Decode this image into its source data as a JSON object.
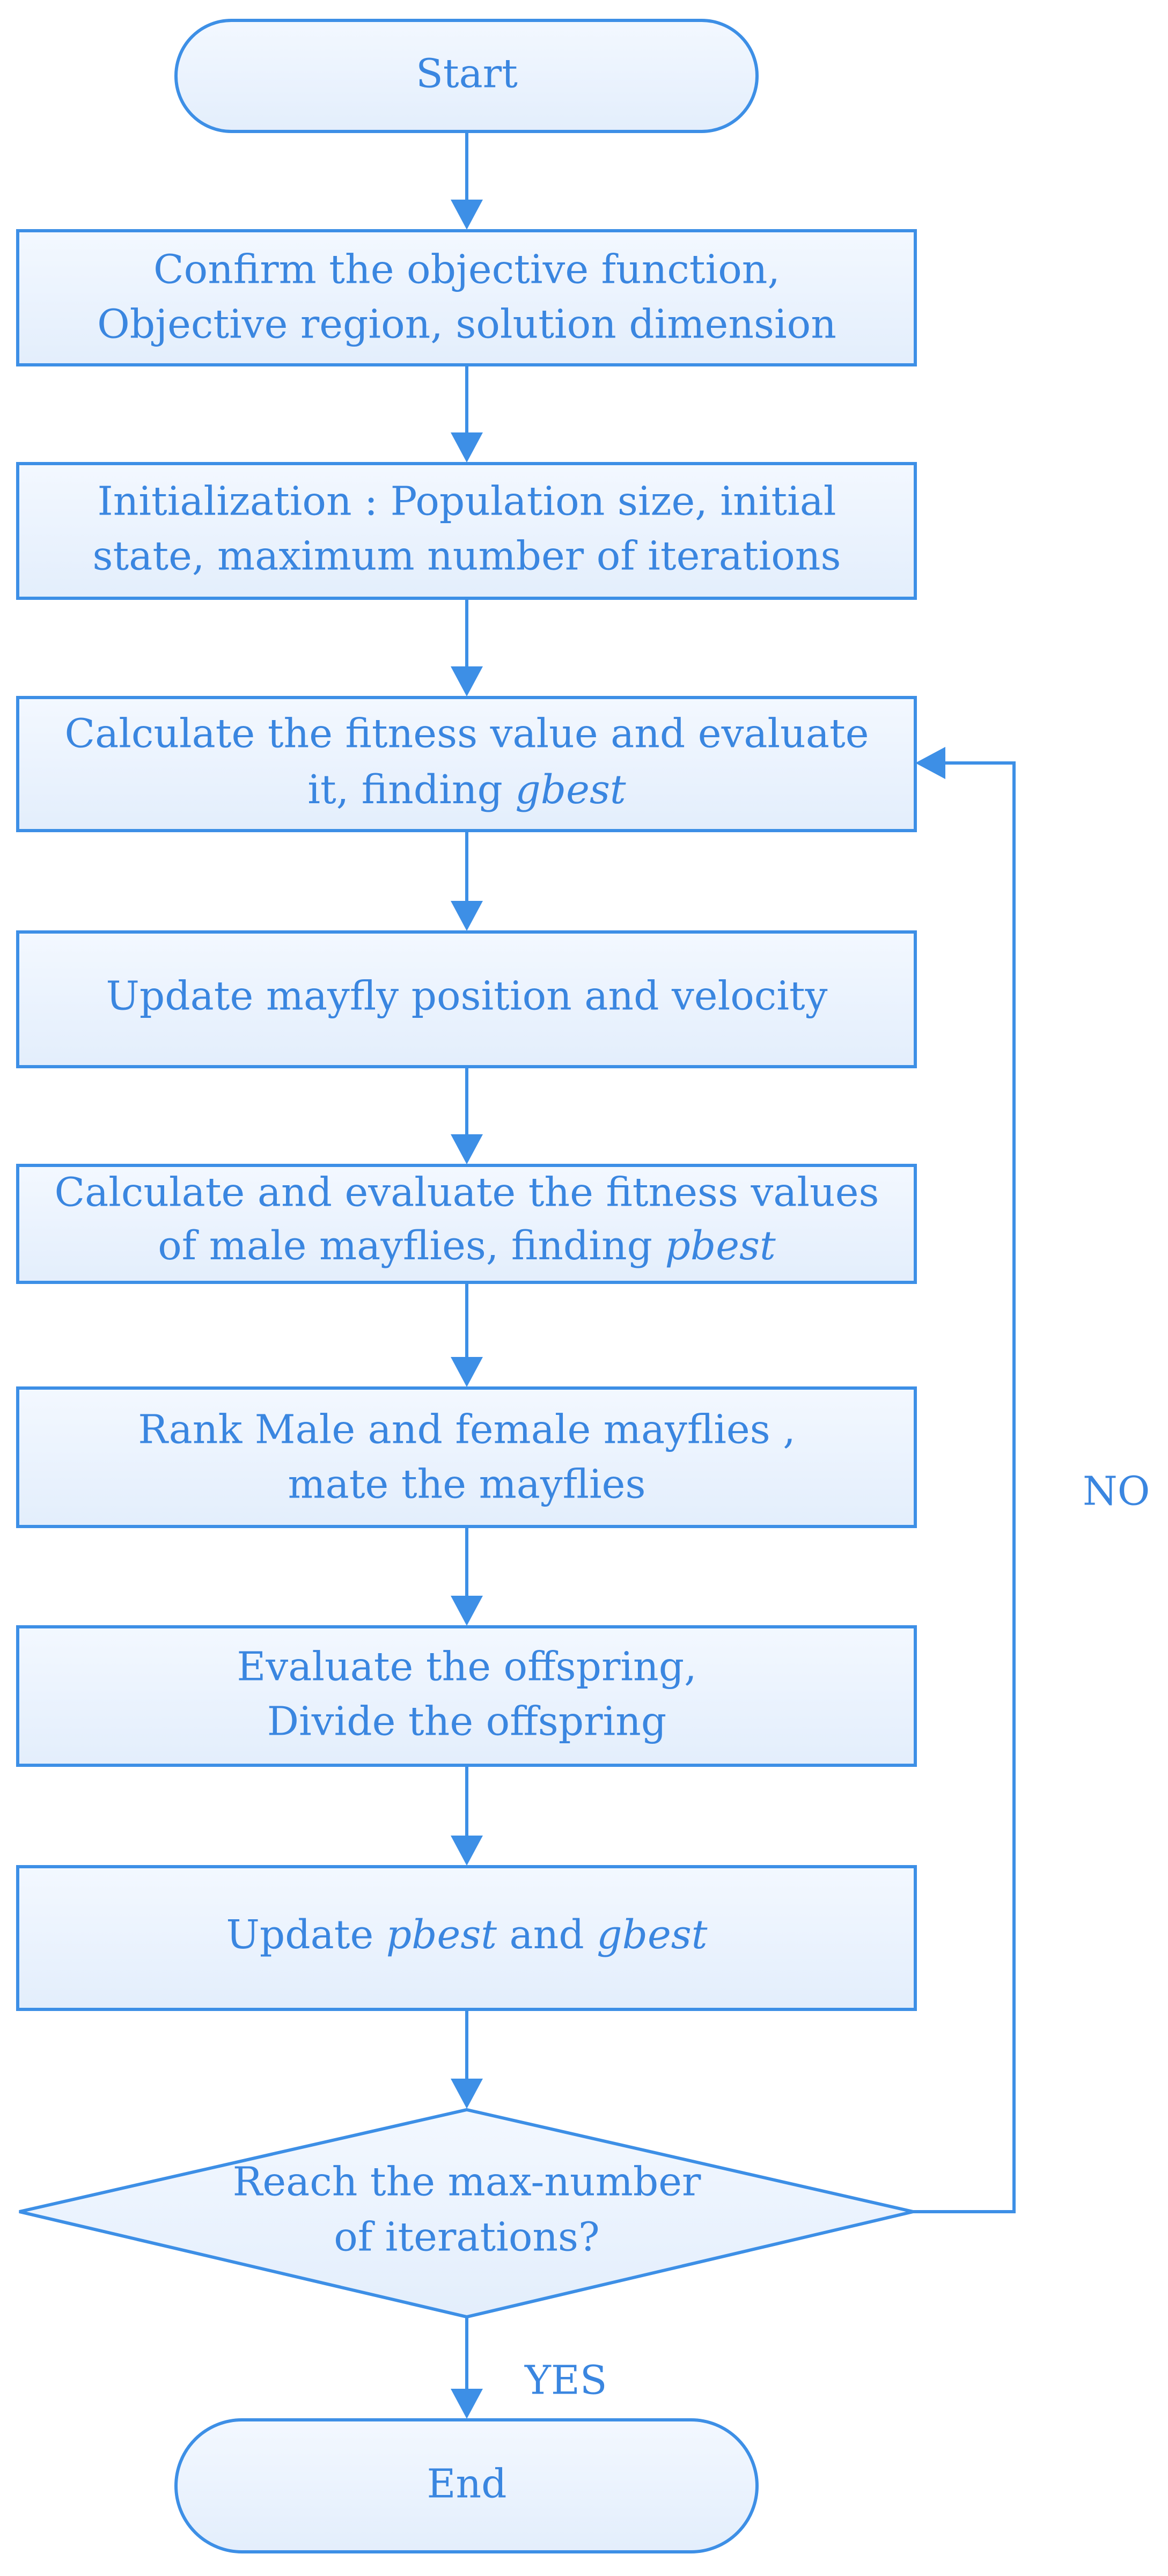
{
  "colors": {
    "stroke": "#3d8fe6",
    "text": "#3a86e0",
    "fill_top": "#f3f8ff",
    "fill_bottom": "#e3eefc"
  },
  "nodes": {
    "start": {
      "label": "Start"
    },
    "confirm": {
      "line1": "Confirm the objective function,",
      "line2": "Objective region, solution dimension"
    },
    "init": {
      "line1": "Initialization : Population size, initial",
      "line2": "state, maximum number of iterations"
    },
    "fitness": {
      "line1": "Calculate the fitness value and evaluate",
      "line2_prefix": "it, finding ",
      "line2_var": "gbest"
    },
    "update_pos": {
      "line1": "Update mayfly position and velocity"
    },
    "male_eval": {
      "line1": "Calculate and evaluate the fitness values",
      "line2_prefix": "of male mayflies, finding  ",
      "line2_var": "pbest"
    },
    "rank": {
      "line1": "Rank Male and female mayflies ,",
      "line2": "mate the mayflies"
    },
    "offspring": {
      "line1": "Evaluate the offspring,",
      "line2": "Divide the offspring"
    },
    "update_best": {
      "prefix": "Update ",
      "var1": "pbest",
      "middle": " and ",
      "var2": "gbest"
    },
    "decision": {
      "line1": "Reach the max-number",
      "line2": "of iterations?"
    },
    "end": {
      "label": "End"
    }
  },
  "edges": {
    "no_label": "NO",
    "yes_label": "YES"
  }
}
